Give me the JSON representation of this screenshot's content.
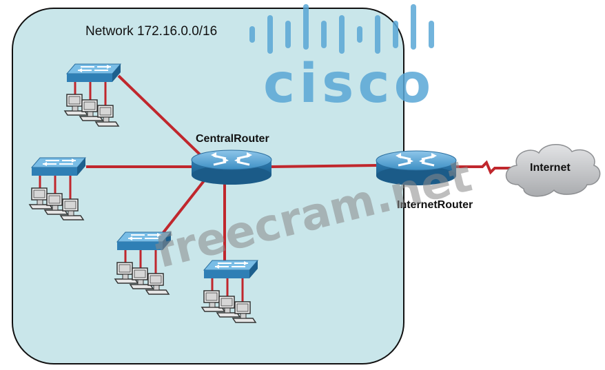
{
  "network_label": "Network 172.16.0.0/16",
  "central_router_label": "CentralRouter",
  "internet_router_label": "InternetRouter",
  "internet_label": "Internet",
  "logo_text": "cisco",
  "watermark_text": "freecram.net",
  "colors": {
    "network_area": "#c9e6ea",
    "link": "#c0272d",
    "router": "#3b8fc4",
    "switch": "#4a9cd0",
    "cloud": "#c8c9cb",
    "logo": "#5aa7d6",
    "watermark": "#8a8a8a"
  },
  "icons": [
    "router-icon",
    "switch-icon",
    "pc-icon",
    "cloud-icon"
  ]
}
